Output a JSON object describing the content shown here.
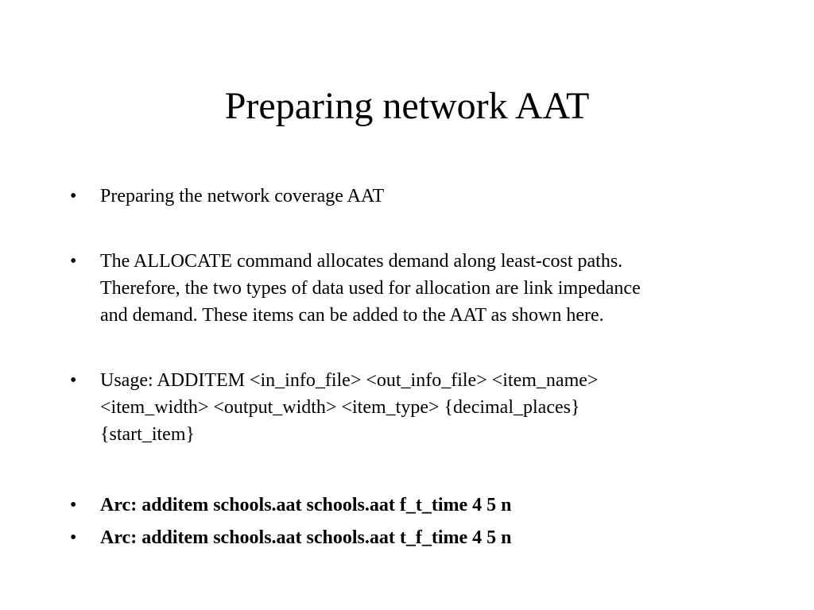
{
  "slide": {
    "title": "Preparing network AAT",
    "bullet_glyph": "•",
    "bullets": [
      {
        "lines": [
          "Preparing the network coverage AAT"
        ]
      },
      {
        "lines": [
          "The ALLOCATE command allocates demand along least-cost paths.",
          "Therefore, the two types of data used for allocation are link impedance",
          "and demand. These items can be added to the AAT as shown here."
        ]
      },
      {
        "lines": [
          "Usage: ADDITEM <in_info_file> <out_info_file> <item_name>",
          "<item_width> <output_width> <item_type> {decimal_places}",
          "{start_item}"
        ]
      },
      {
        "lines": [
          "Arc: additem schools.aat schools.aat f_t_time 4 5 n"
        ]
      },
      {
        "lines": [
          "Arc: additem schools.aat schools.aat t_f_time 4 5 n"
        ]
      }
    ]
  }
}
